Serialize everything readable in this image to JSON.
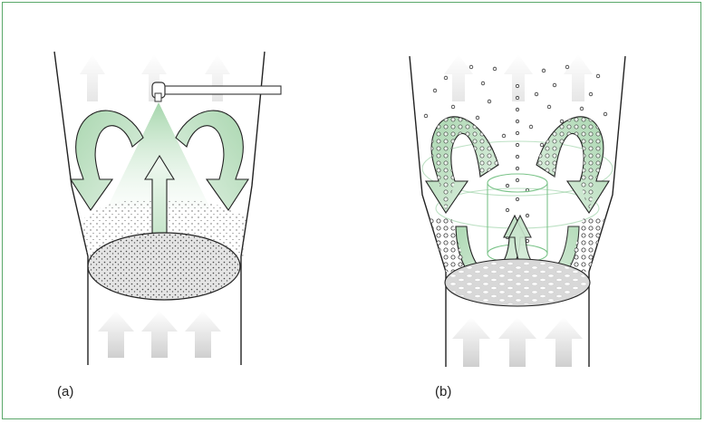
{
  "panels": [
    {
      "label": "(a)",
      "content": "spray-fluid-bed-with-top-spray-nozzle"
    },
    {
      "label": "(b)",
      "content": "spouted-bed-with-draft-tube"
    }
  ],
  "colors": {
    "frame": "#5aa86a",
    "arrow_green": "#bfe0c2",
    "arrow_green_dark": "#9fcfa6",
    "arrow_grey": "#dcdcdc",
    "particle": "#555555",
    "plate": "#cfcfcf",
    "outline": "#222222"
  },
  "icons": [
    "up-arrow-icon",
    "spray-nozzle-icon",
    "curved-arrow-icon",
    "particle-icon"
  ]
}
